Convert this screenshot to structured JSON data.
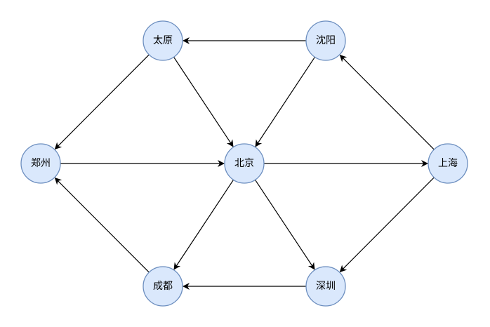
{
  "nodes": [
    {
      "id": "taiyuan",
      "label": "太原"
    },
    {
      "id": "shenyang",
      "label": "沈阳"
    },
    {
      "id": "zhengzhou",
      "label": "郑州"
    },
    {
      "id": "beijing",
      "label": "北京"
    },
    {
      "id": "shanghai",
      "label": "上海"
    },
    {
      "id": "chengdu",
      "label": "成都"
    },
    {
      "id": "shenzhen",
      "label": "深圳"
    }
  ],
  "edges": [
    {
      "from": "shenyang",
      "to": "taiyuan"
    },
    {
      "from": "taiyuan",
      "to": "zhengzhou"
    },
    {
      "from": "taiyuan",
      "to": "beijing"
    },
    {
      "from": "shenyang",
      "to": "beijing"
    },
    {
      "from": "shanghai",
      "to": "shenyang"
    },
    {
      "from": "zhengzhou",
      "to": "beijing"
    },
    {
      "from": "beijing",
      "to": "shanghai"
    },
    {
      "from": "beijing",
      "to": "chengdu"
    },
    {
      "from": "beijing",
      "to": "shenzhen"
    },
    {
      "from": "chengdu",
      "to": "zhengzhou"
    },
    {
      "from": "shanghai",
      "to": "shenzhen"
    },
    {
      "from": "shenzhen",
      "to": "chengdu"
    }
  ],
  "colors": {
    "node_fill": "#dae8fc",
    "node_stroke": "#6c8ebf",
    "edge": "#000000"
  }
}
